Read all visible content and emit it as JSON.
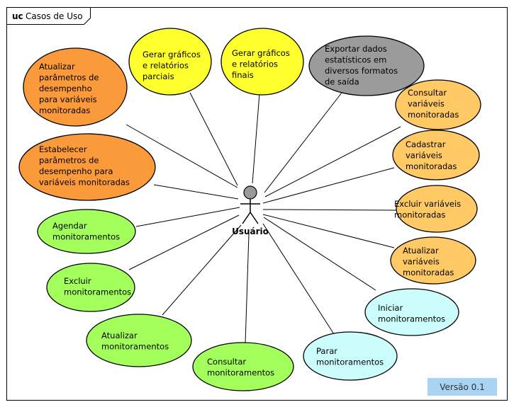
{
  "frame": {
    "keyword": "uc",
    "name": "Casos de Uso"
  },
  "actor": {
    "name": "Usuário"
  },
  "version": "Versão 0.1",
  "colors": {
    "orange": "#fb9a3a",
    "yellow": "#ffff2e",
    "gray": "#9b9b9b",
    "light_orange": "#ffc966",
    "green": "#a2ff5c",
    "cyan": "#ccfdfd",
    "version_bg": "#a8d3f2",
    "actor_head": "#999999"
  },
  "use_cases": [
    {
      "id": "uc-atualizar-parametros",
      "lines": [
        "Atualizar",
        "parâmetros de",
        "desempenho",
        "para  variáveis",
        "monitoradas"
      ],
      "color": "orange"
    },
    {
      "id": "uc-gerar-graficos-parciais",
      "lines": [
        "Gerar gráficos",
        "e relatórios",
        "parciais"
      ],
      "color": "yellow"
    },
    {
      "id": "uc-gerar-graficos-finais",
      "lines": [
        "Gerar gráficos",
        "e relatórios",
        "finais"
      ],
      "color": "yellow"
    },
    {
      "id": "uc-exportar-dados",
      "lines": [
        "Exportar dados",
        "estatísticos em",
        "diversos formatos",
        "de saída"
      ],
      "color": "gray"
    },
    {
      "id": "uc-consultar-variaveis",
      "lines": [
        "Consultar",
        "variáveis",
        "monitoradas"
      ],
      "color": "light_orange"
    },
    {
      "id": "uc-cadastrar-variaveis",
      "lines": [
        "Cadastrar",
        "variáveis",
        "monitoradas"
      ],
      "color": "light_orange"
    },
    {
      "id": "uc-excluir-variaveis",
      "lines": [
        "Excluir variáveis",
        "monitoradas"
      ],
      "color": "light_orange"
    },
    {
      "id": "uc-atualizar-variaveis",
      "lines": [
        "Atualizar",
        "variáveis",
        "monitoradas"
      ],
      "color": "light_orange"
    },
    {
      "id": "uc-iniciar-monitoramentos",
      "lines": [
        "Iniciar",
        "monitoramentos"
      ],
      "color": "cyan"
    },
    {
      "id": "uc-parar-monitoramentos",
      "lines": [
        "Parar",
        "monitoramentos"
      ],
      "color": "cyan"
    },
    {
      "id": "uc-consultar-monitoramentos",
      "lines": [
        "Consultar",
        "monitoramentos"
      ],
      "color": "green"
    },
    {
      "id": "uc-atualizar-monitoramentos",
      "lines": [
        "Atualizar",
        "monitoramentos"
      ],
      "color": "green"
    },
    {
      "id": "uc-excluir-monitoramentos",
      "lines": [
        "Excluir",
        "monitoramentos"
      ],
      "color": "green"
    },
    {
      "id": "uc-agendar-monitoramentos",
      "lines": [
        "Agendar",
        "monitoramentos"
      ],
      "color": "green"
    },
    {
      "id": "uc-estabelecer-parametros",
      "lines": [
        "Estabelecer",
        "parâmetros de",
        "desempenho para",
        "variáveis monitoradas"
      ],
      "color": "orange"
    }
  ]
}
